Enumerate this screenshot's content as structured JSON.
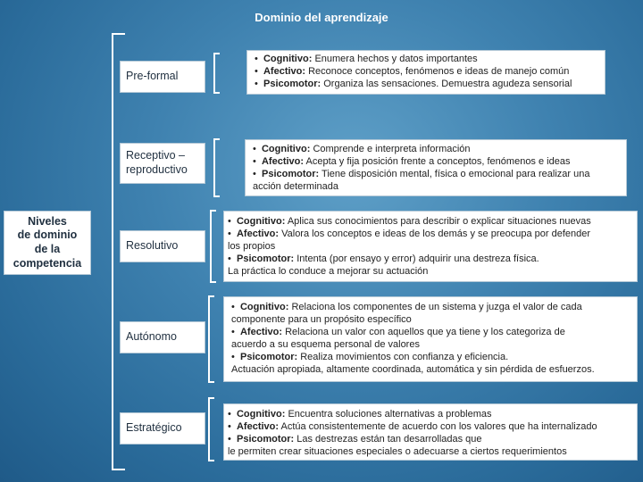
{
  "title": "Dominio del aprendizaje",
  "root": {
    "line1": "Niveles",
    "line2": "de dominio",
    "line3": "de la",
    "line4": "competencia"
  },
  "levels": [
    {
      "name": "Pre-formal",
      "items": [
        {
          "bullet": "•",
          "key": "Cognitivo:",
          "text": "Enumera hechos y datos importantes"
        },
        {
          "bullet": "•",
          "key": "Afectivo:",
          "text": "Reconoce conceptos, fenómenos e ideas de manejo común"
        },
        {
          "bullet": "•",
          "key": "Psicomotor:",
          "text": "Organiza las sensaciones. Demuestra agudeza sensorial"
        }
      ]
    },
    {
      "name_line1": "Receptivo –",
      "name_line2": "reproductivo",
      "items": [
        {
          "bullet": "•",
          "key": "Cognitivo:",
          "text": "Comprende e interpreta información"
        },
        {
          "bullet": "•",
          "key": "Afectivo:",
          "text": "Acepta y fija posición frente a conceptos, fenómenos e ideas"
        },
        {
          "bullet": "•",
          "key": "Psicomotor:",
          "text": "Tiene disposición mental, física o emocional para realizar una"
        }
      ],
      "cont": "acción determinada"
    },
    {
      "name": "Resolutivo",
      "l1_bullet": "•",
      "l1_key": "Cognitivo:",
      "l1_text": "Aplica sus conocimientos para describir o explicar situaciones nuevas",
      "l2_bullet": "•",
      "l2_key": "Afectivo:",
      "l2_text": "Valora los conceptos e ideas de los demás y se preocupa por defender",
      "l3": "los propios",
      "l4_bullet": "•",
      "l4_key": "Psicomotor:",
      "l4_text": "Intenta (por ensayo y error) adquirir una destreza física.",
      "l5": "La práctica lo conduce a mejorar su actuación"
    },
    {
      "name": "Autónomo",
      "l1_bullet": "•",
      "l1_key": "Cognitivo:",
      "l1_text": "Relaciona los componentes de un sistema y juzga el valor de cada",
      "l2": "componente para un propósito específico",
      "l3_bullet": "•",
      "l3_key": "Afectivo:",
      "l3_text": "Relaciona un valor con aquellos que ya tiene y los categoriza de",
      "l4": "acuerdo a su esquema personal de valores",
      "l5_bullet": "•",
      "l5_key": "Psicomotor:",
      "l5_text": "Realiza movimientos con confianza y eficiencia.",
      "l6": "Actuación apropiada, altamente coordinada, automática y sin pérdida de esfuerzos."
    },
    {
      "name": "Estratégico",
      "l1_bullet": "•",
      "l1_key": "Cognitivo:",
      "l1_text": "Encuentra soluciones alternativas a problemas",
      "l2_bullet": "•",
      "l2_key": "Afectivo:",
      "l2_text": "Actúa consistentemente de acuerdo con los valores que ha internalizado",
      "l3_bullet": "•",
      "l3_key": "Psicomotor:",
      "l3_text": "Las destrezas están tan desarrolladas que",
      "l4": "le permiten crear situaciones especiales o adecuarse a ciertos requerimientos"
    }
  ]
}
